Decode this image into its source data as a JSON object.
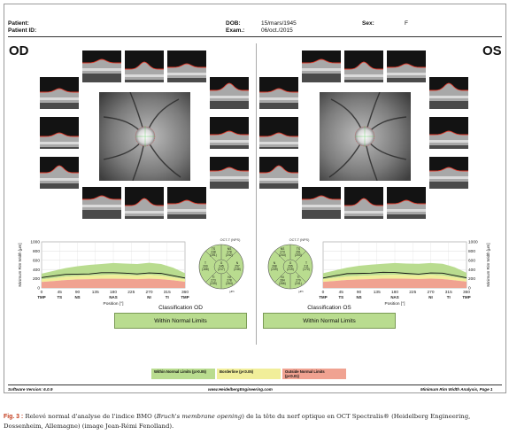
{
  "header": {
    "patient_label": "Patient:",
    "patient_id_label": "Patient ID:",
    "dob_label": "DOB:",
    "dob_value": "15/mars/1945",
    "exam_label": "Exam.:",
    "exam_value": "06/oct./2015",
    "sex_label": "Sex:",
    "sex_value": "F"
  },
  "eyes": {
    "od": {
      "label": "OD",
      "circle_title": "OCT-T (NPS)",
      "sectors": [
        {
          "name": "TS",
          "value": "238",
          "norm": "(191)"
        },
        {
          "name": "NS",
          "value": "278",
          "norm": "(242)"
        },
        {
          "name": "T",
          "value": "200",
          "norm": "(168)"
        },
        {
          "name": "G",
          "value": "245",
          "norm": "(217)"
        },
        {
          "name": "N",
          "value": "257",
          "norm": "(248)"
        },
        {
          "name": "TI",
          "value": "273",
          "norm": "(239)"
        },
        {
          "name": "NI",
          "value": "278",
          "norm": "(264)"
        }
      ],
      "circle_unit": "μm",
      "classification_title": "Classification OD",
      "classification": "Within Normal Limits"
    },
    "os": {
      "label": "OS",
      "circle_title": "OCT-T (NPS)",
      "sectors": [
        {
          "name": "NS",
          "value": "274",
          "norm": "(243)"
        },
        {
          "name": "TS",
          "value": "251",
          "norm": "(200)"
        },
        {
          "name": "N",
          "value": "268",
          "norm": "(249)"
        },
        {
          "name": "G",
          "value": "255",
          "norm": "(219)"
        },
        {
          "name": "T",
          "value": "211",
          "norm": "(170)"
        },
        {
          "name": "NI",
          "value": "284",
          "norm": "(266)"
        },
        {
          "name": "TI",
          "value": "279",
          "norm": "(241)"
        }
      ],
      "circle_unit": "μm",
      "classification_title": "Classification OS",
      "classification": "Within Normal Limits"
    }
  },
  "chart_data": [
    {
      "type": "area",
      "eye": "OD",
      "ylabel": "Minimum Rim Width [μm]",
      "xlabel": "Position [°]",
      "ylim": [
        0,
        1000
      ],
      "xlim": [
        0,
        360
      ],
      "yticks": [
        0,
        200,
        400,
        600,
        800,
        1000
      ],
      "xticks": [
        0,
        45,
        90,
        135,
        180,
        225,
        270,
        315,
        360
      ],
      "region_labels": [
        "TMP",
        "TS",
        "NS",
        "NAS",
        "NI",
        "TI",
        "TMP"
      ],
      "region_positions": [
        0,
        45,
        90,
        180,
        270,
        315,
        360
      ],
      "x": [
        0,
        30,
        60,
        90,
        120,
        150,
        180,
        210,
        240,
        270,
        300,
        330,
        360
      ],
      "measured": [
        225,
        260,
        295,
        300,
        305,
        330,
        330,
        320,
        305,
        325,
        315,
        265,
        215
      ],
      "normal_upper": [
        310,
        370,
        430,
        470,
        500,
        520,
        540,
        530,
        520,
        545,
        520,
        440,
        320
      ],
      "borderline_upper": [
        185,
        215,
        245,
        260,
        270,
        280,
        285,
        280,
        270,
        285,
        270,
        230,
        190
      ],
      "outside_upper": [
        130,
        150,
        170,
        185,
        190,
        200,
        200,
        198,
        190,
        200,
        190,
        165,
        135
      ]
    },
    {
      "type": "area",
      "eye": "OS",
      "ylabel": "Minimum Rim Width [μm]",
      "xlabel": "Position [°]",
      "ylim": [
        0,
        1000
      ],
      "xlim": [
        0,
        360
      ],
      "yticks": [
        0,
        200,
        400,
        600,
        800,
        1000
      ],
      "xticks": [
        0,
        45,
        90,
        135,
        180,
        225,
        270,
        315,
        360
      ],
      "region_labels": [
        "TMP",
        "TS",
        "NS",
        "NAS",
        "NI",
        "TI",
        "TMP"
      ],
      "region_positions": [
        0,
        45,
        90,
        180,
        270,
        315,
        360
      ],
      "x": [
        0,
        30,
        60,
        90,
        120,
        150,
        180,
        210,
        240,
        270,
        300,
        330,
        360
      ],
      "measured": [
        215,
        265,
        310,
        315,
        320,
        340,
        335,
        315,
        300,
        325,
        320,
        270,
        220
      ],
      "normal_upper": [
        320,
        380,
        440,
        480,
        505,
        525,
        540,
        530,
        525,
        540,
        525,
        450,
        330
      ],
      "borderline_upper": [
        190,
        220,
        250,
        262,
        272,
        282,
        287,
        282,
        272,
        287,
        272,
        232,
        192
      ],
      "outside_upper": [
        132,
        152,
        172,
        186,
        192,
        202,
        202,
        199,
        192,
        202,
        192,
        167,
        137
      ]
    }
  ],
  "legend": {
    "green": "Within Normal Limits (p>0.05)",
    "yellow": "Borderline (p<0.05)",
    "red_line1": "Outside Normal Limits",
    "red_line2": "(p<0.01)",
    "green_color": "#b9dc8f",
    "yellow_color": "#f1ee9a",
    "red_color": "#f0a291"
  },
  "footer": {
    "software_version": "Software Version: 6.0.9",
    "website": "www.HeidelbergEngineering.com",
    "page_title": "Minimum Rim Width Analysis, Page 1"
  },
  "caption": {
    "fig_label": "Fig. 3 :",
    "text_a": " Relevé normal d'analyse de l'indice BMO (",
    "text_italic": "Bruch's membrane opening",
    "text_b": ") de la tête du nerf optique en OCT Spectralis® (Heidelberg Engineering, Dossenheim, Allemagne) (image Jean-Rémi Fenolland)."
  }
}
